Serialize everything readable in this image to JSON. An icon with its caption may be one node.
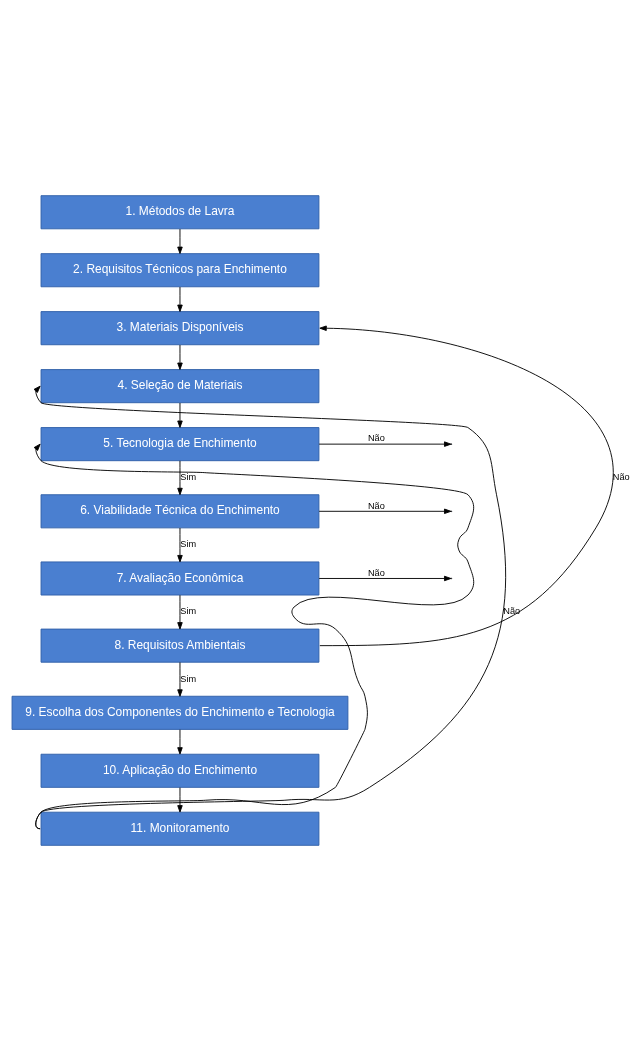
{
  "diagram": {
    "nodes": [
      {
        "text": [
          "1. Métodos de Lavra"
        ]
      },
      {
        "text": [
          "2. Requisitos Técnicos para Enchimento"
        ]
      },
      {
        "text": [
          "3. Materiais Disponíveis"
        ]
      },
      {
        "text": [
          "4. Seleção de Materiais"
        ]
      },
      {
        "text": [
          "5. Tecnologia de Enchimento"
        ]
      },
      {
        "text": [
          "6. Viabilidade Técnica do Enchimento"
        ]
      },
      {
        "text": [
          "7. Avaliação Econômica"
        ]
      },
      {
        "text": [
          "8. Requisitos Ambientais"
        ]
      },
      {
        "text": [
          "9. Escolha dos Componentes do Enchimento e Tecnologia"
        ]
      },
      {
        "text": [
          "10. Aplicação do Enchimento"
        ]
      },
      {
        "text": [
          "11. Monitoramento"
        ]
      }
    ],
    "edges": [
      {
        "from": 0,
        "to": 1,
        "arrow": "to"
      },
      {
        "from": 1,
        "to": 2,
        "arrow": "to"
      },
      {
        "from": 2,
        "to": 3,
        "arrow": "to"
      },
      {
        "from": 3,
        "to": 4,
        "arrow": "to"
      },
      {
        "from": 4,
        "to": 5,
        "arrow": "to",
        "label": "Sim"
      },
      {
        "from": 5,
        "to": 6,
        "arrow": "to",
        "label": "Sim"
      },
      {
        "from": 6,
        "to": 7,
        "arrow": "to",
        "label": "Sim"
      },
      {
        "from": 7,
        "to": 8,
        "arrow": "to",
        "label": "Sim"
      },
      {
        "from": 8,
        "to": 9,
        "arrow": "to"
      },
      {
        "from": 9,
        "to": 10,
        "arrow": "to"
      },
      {
        "from": 4,
        "to": null,
        "arrow": "to",
        "label": "Não"
      },
      {
        "from": 5,
        "to": null,
        "arrow": "to",
        "label": "Não"
      },
      {
        "from": 6,
        "to": null,
        "arrow": "to",
        "label": "Não"
      },
      {
        "from": 7,
        "to": 2,
        "arrow": "to",
        "label": "Não"
      },
      {
        "from": 10,
        "to": 3,
        "arrow": "to",
        "label": "Não"
      },
      {
        "from": 10,
        "to": 4,
        "arrow": "to"
      }
    ]
  }
}
